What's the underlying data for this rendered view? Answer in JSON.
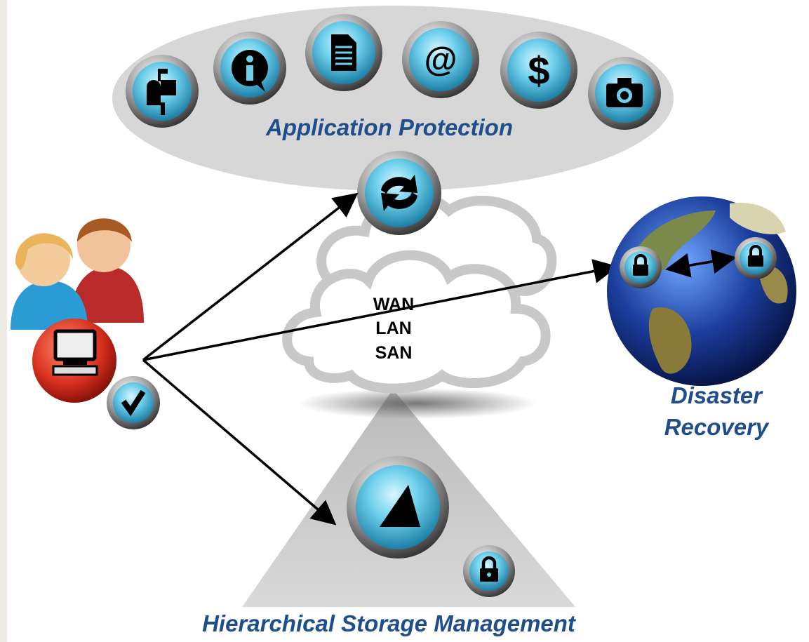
{
  "labels": {
    "application_protection": "Application Protection",
    "disaster_recovery_line1": "Disaster",
    "disaster_recovery_line2": "Recovery",
    "hsm": "Hierarchical Storage Management",
    "wan": "WAN",
    "lan": "LAN",
    "san": "SAN"
  },
  "icons": {
    "app_row": [
      "mailbox-icon",
      "info-icon",
      "document-icon",
      "at-sign-icon",
      "dollar-icon",
      "camera-icon"
    ],
    "sync": "sync-icon",
    "hsm": "triangle-icon",
    "lock": "lock-icon",
    "computer": "computer-icon",
    "check": "checkmark-icon",
    "users": "users-icon",
    "globe": "globe-icon"
  },
  "colors": {
    "title_blue": "#1f4e8c",
    "button_cyan": "#5ec8e6",
    "ellipse_gray": "#d7d7d7",
    "triangle_gray": "#cfcfcf",
    "user_red": "#c8302a",
    "user_blue": "#2f9fd6"
  }
}
